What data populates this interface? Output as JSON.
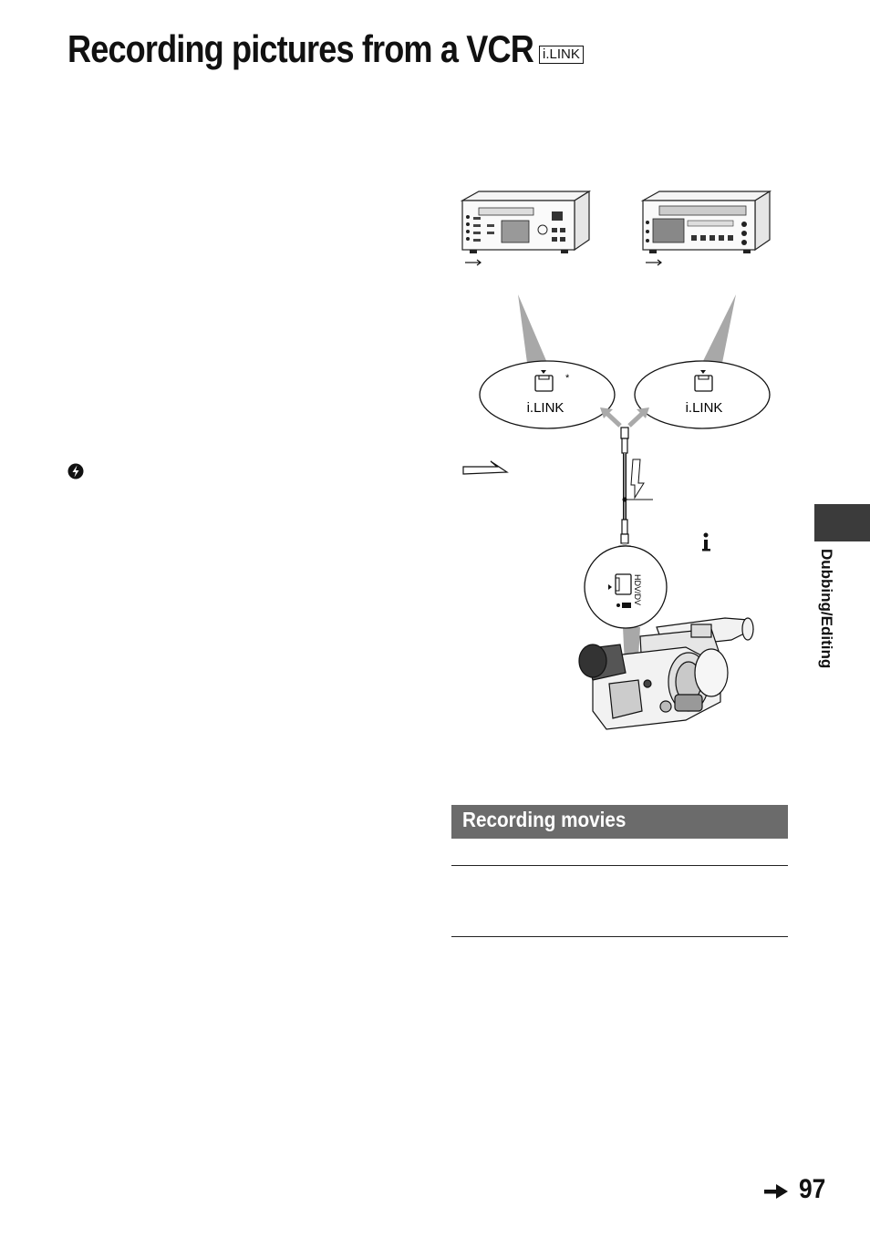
{
  "page": {
    "title": "Recording pictures from a VCR",
    "title_badge": "i.LINK",
    "page_number": "97",
    "side_tab_label": "Dubbing/Editing"
  },
  "diagram": {
    "left_port_label": "i.LINK",
    "right_port_label": "i.LINK",
    "asterisk": "*",
    "camera_port_label": "HDV/DV",
    "info_icon": "i"
  },
  "section": {
    "heading": "Recording movies"
  },
  "icons": {
    "note_icon": "caution-icon",
    "next_page_icon": "arrow-right-icon"
  }
}
